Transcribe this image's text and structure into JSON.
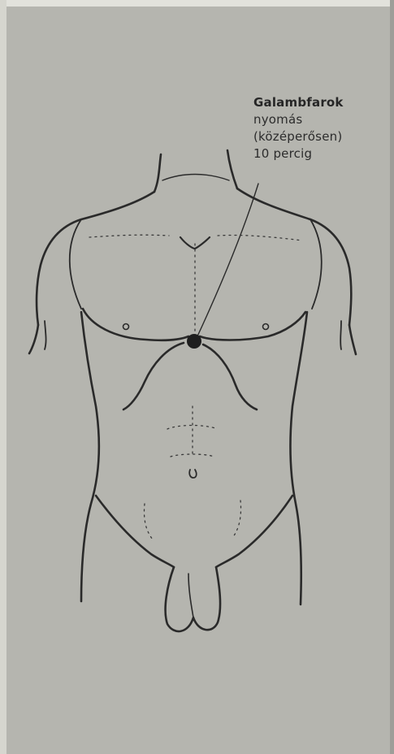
{
  "callout": {
    "title": "Galambfarok",
    "line1": "nyomás",
    "line2": "(középerősen)",
    "line3": "10 percig"
  },
  "colors": {
    "paper": "#b5b5af",
    "ink": "#2a2a2a",
    "pressure_point": "#1e1e1e"
  }
}
